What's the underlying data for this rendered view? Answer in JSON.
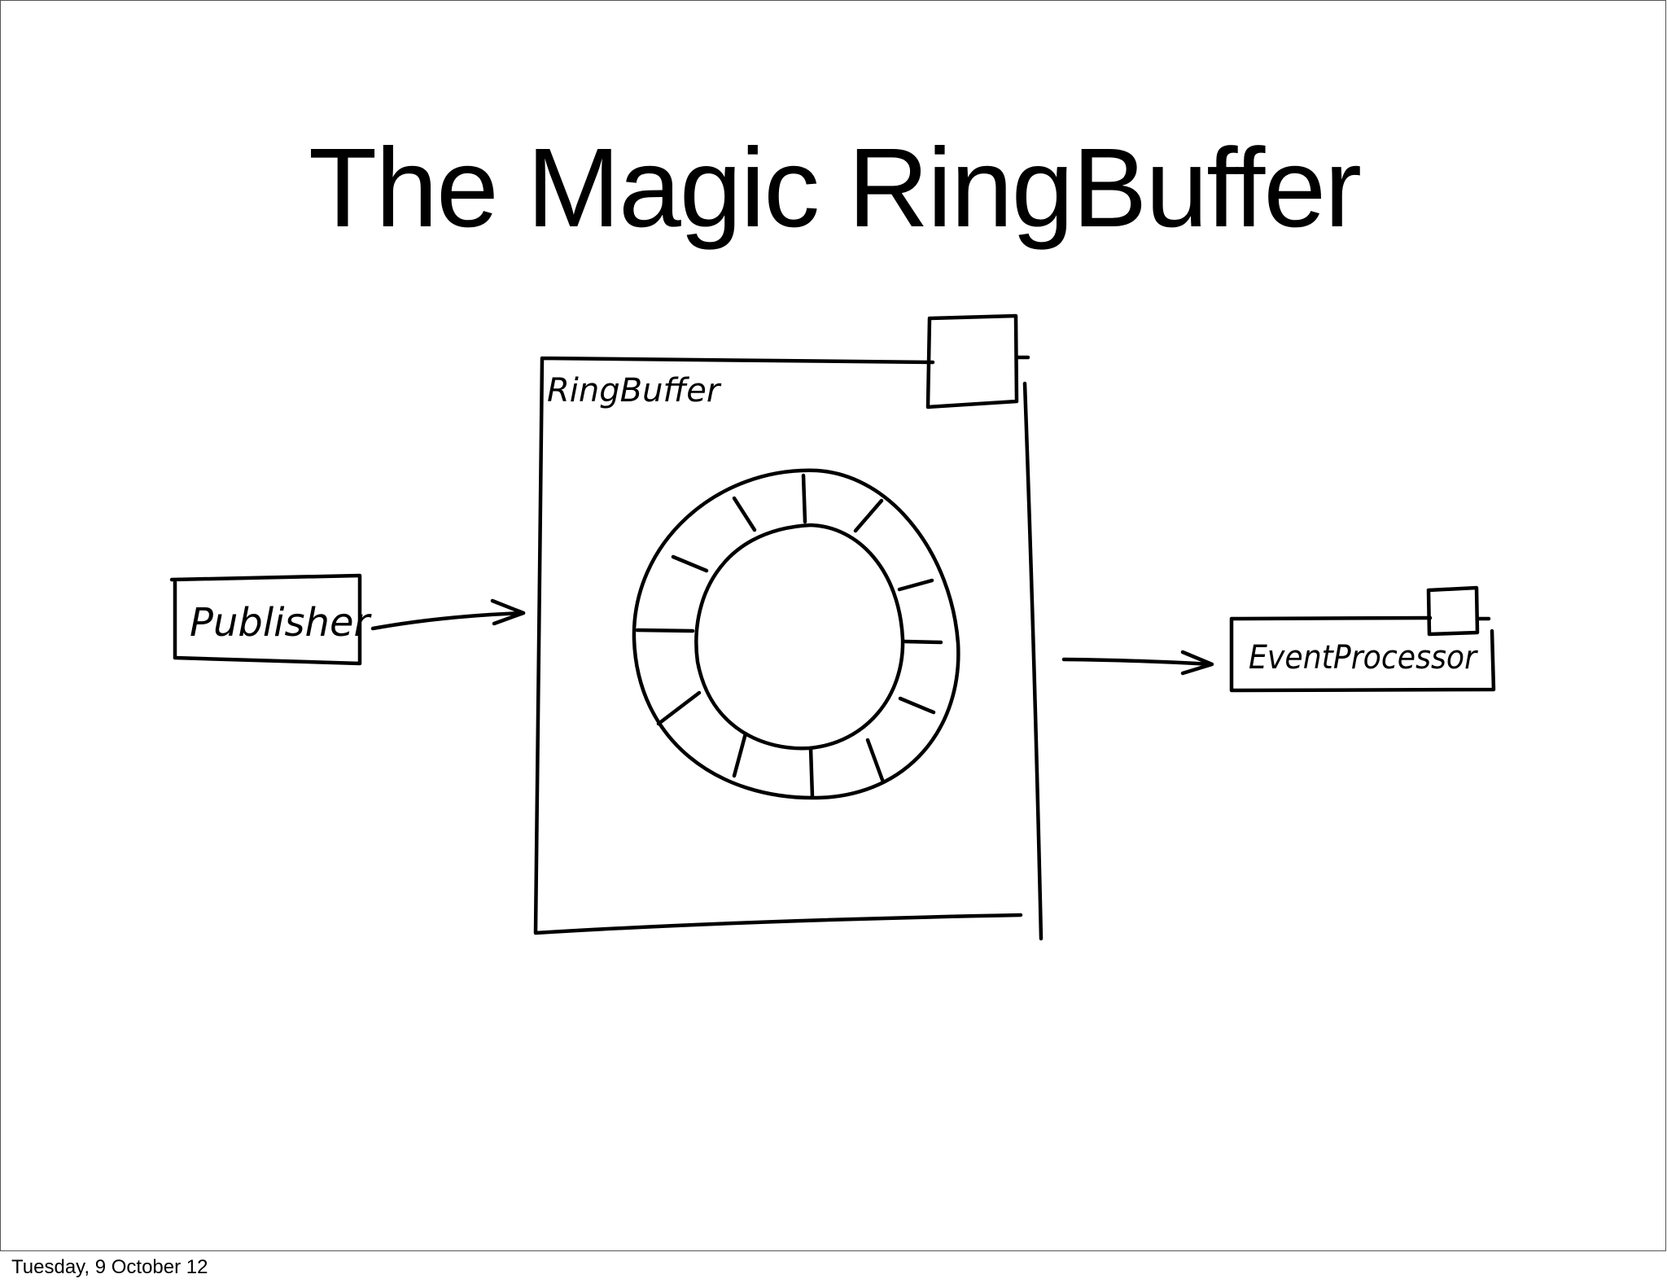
{
  "slide": {
    "title": "The Magic RingBuffer",
    "footer_date": "Tuesday, 9 October 12"
  },
  "diagram": {
    "nodes": {
      "publisher": "Publisher",
      "ring_buffer": "RingBuffer",
      "event_processor": "EventProcessor"
    },
    "edges": [
      {
        "from": "publisher",
        "to": "ring_buffer"
      },
      {
        "from": "ring_buffer",
        "to": "event_processor"
      }
    ]
  }
}
